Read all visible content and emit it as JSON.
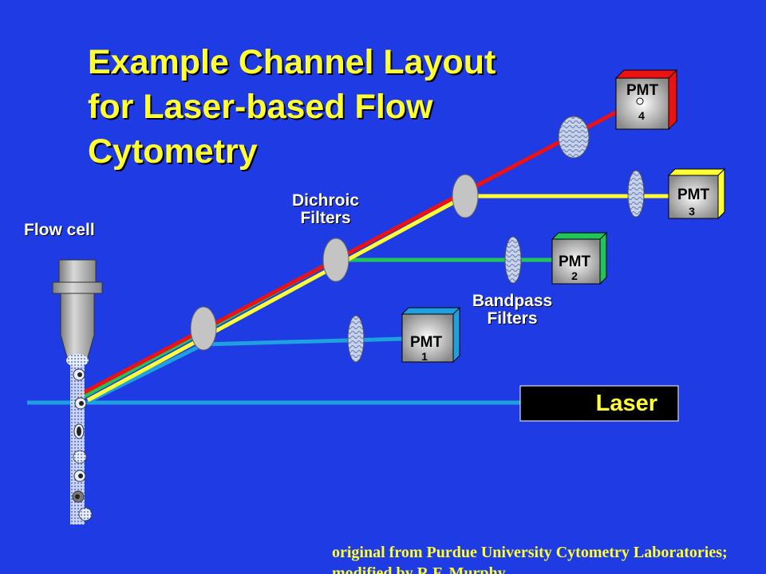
{
  "title_lines": [
    "Example Channel Layout",
    "for Laser-based Flow",
    "Cytometry"
  ],
  "labels": {
    "flow_cell": "Flow cell",
    "dichroic": [
      "Dichroic",
      "Filters"
    ],
    "bandpass": [
      "Bandpass",
      "Filters"
    ],
    "laser": "Laser"
  },
  "pmts": [
    {
      "label": "PMT",
      "number": "1",
      "color": "#1fa0e0"
    },
    {
      "label": "PMT",
      "number": "2",
      "color": "#22c45a"
    },
    {
      "label": "PMT",
      "number": "3",
      "color": "#ffff33"
    },
    {
      "label": "PMT",
      "number": "4",
      "color": "#ee1111"
    }
  ],
  "credit_lines": [
    "original from Purdue University Cytometry Laboratories;",
    "modified by R.F. Murphy"
  ],
  "colors": {
    "background": "#1f3be3",
    "title": "#ffff33",
    "red_beam": "#ee1111",
    "yellow_beam": "#ffff33",
    "green_beam": "#22c45a",
    "blue_beam": "#1fa0e0",
    "laser_box": "#000000"
  },
  "icons": [
    "flow-cell-icon",
    "dichroic-filter-icon",
    "bandpass-filter-icon",
    "pmt-detector-icon",
    "cell-particle-icon"
  ]
}
